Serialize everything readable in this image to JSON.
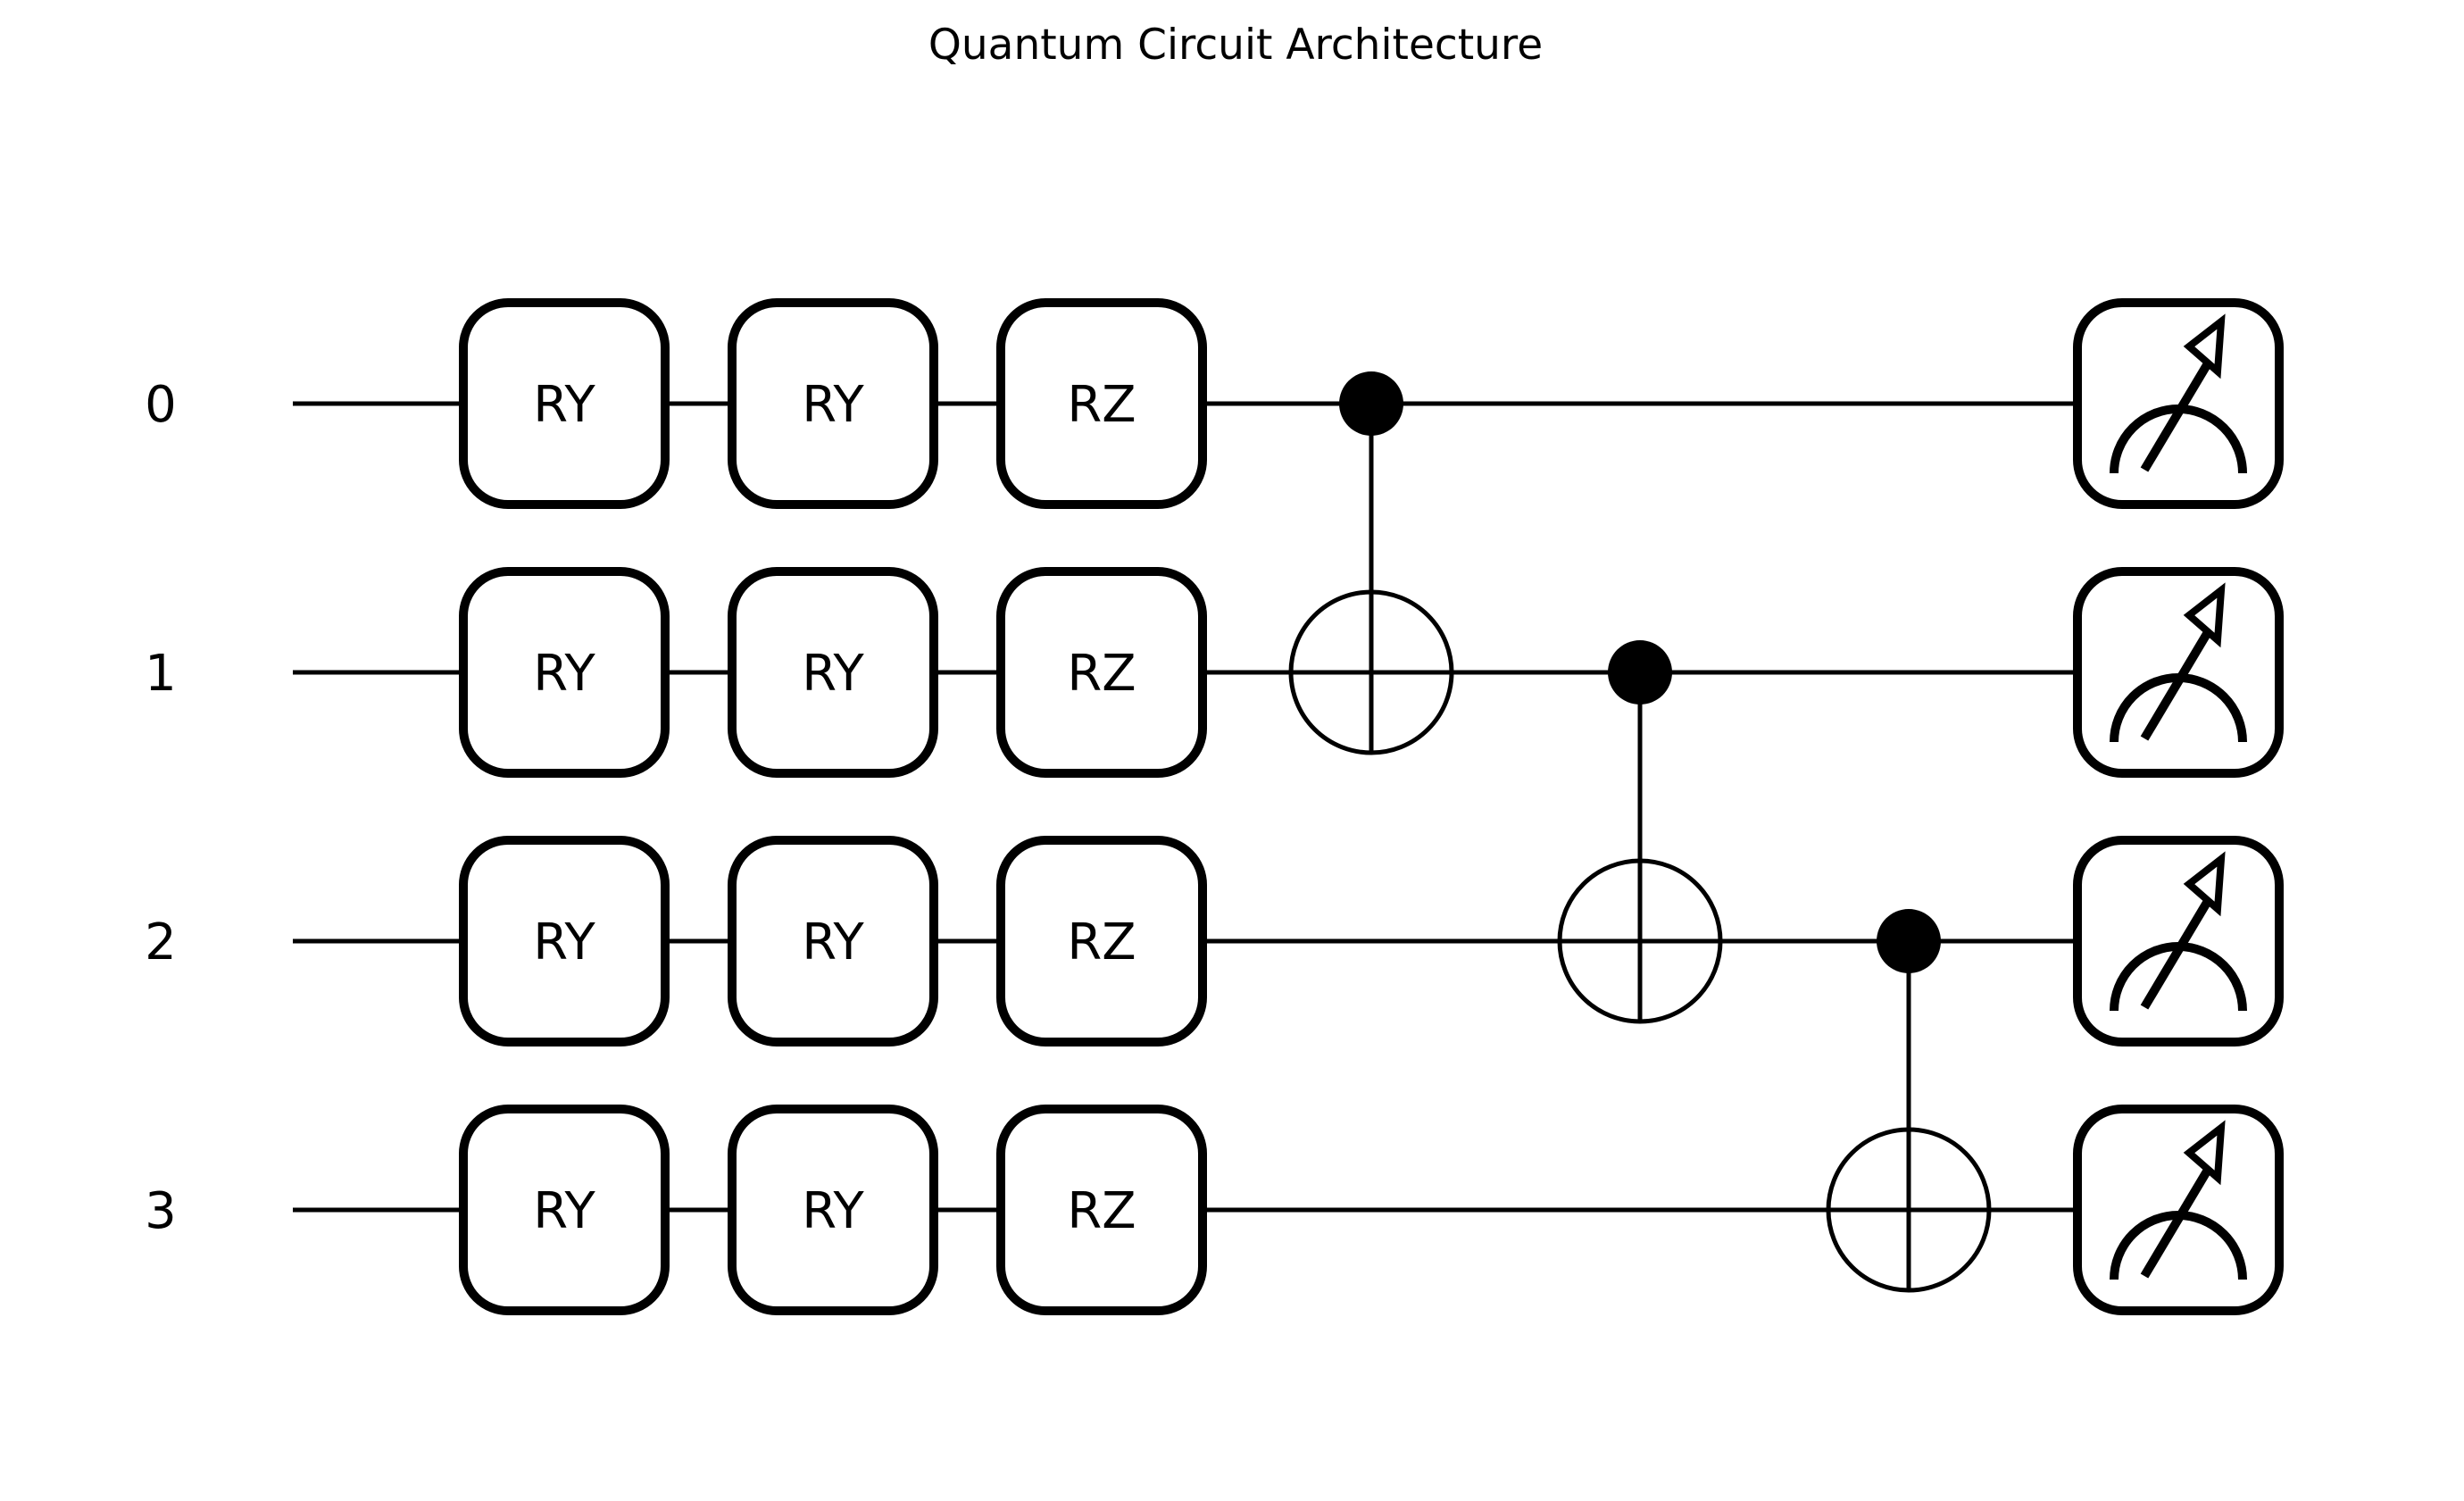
{
  "title": "Quantum Circuit Architecture",
  "colors": {
    "background": "#ffffff",
    "stroke": "#000000"
  },
  "wires": [
    {
      "label": "0"
    },
    {
      "label": "1"
    },
    {
      "label": "2"
    },
    {
      "label": "3"
    }
  ],
  "gate_columns": [
    {
      "labels": [
        "RY",
        "RY",
        "RY",
        "RY"
      ]
    },
    {
      "labels": [
        "RY",
        "RY",
        "RY",
        "RY"
      ]
    },
    {
      "labels": [
        "RZ",
        "RZ",
        "RZ",
        "RZ"
      ]
    }
  ],
  "cnots": [
    {
      "control": 0,
      "target": 1
    },
    {
      "control": 1,
      "target": 2
    },
    {
      "control": 2,
      "target": 3
    }
  ],
  "measurements": [
    {
      "wire": 0,
      "icon": "measurement-meter-icon"
    },
    {
      "wire": 1,
      "icon": "measurement-meter-icon"
    },
    {
      "wire": 2,
      "icon": "measurement-meter-icon"
    },
    {
      "wire": 3,
      "icon": "measurement-meter-icon"
    }
  ]
}
